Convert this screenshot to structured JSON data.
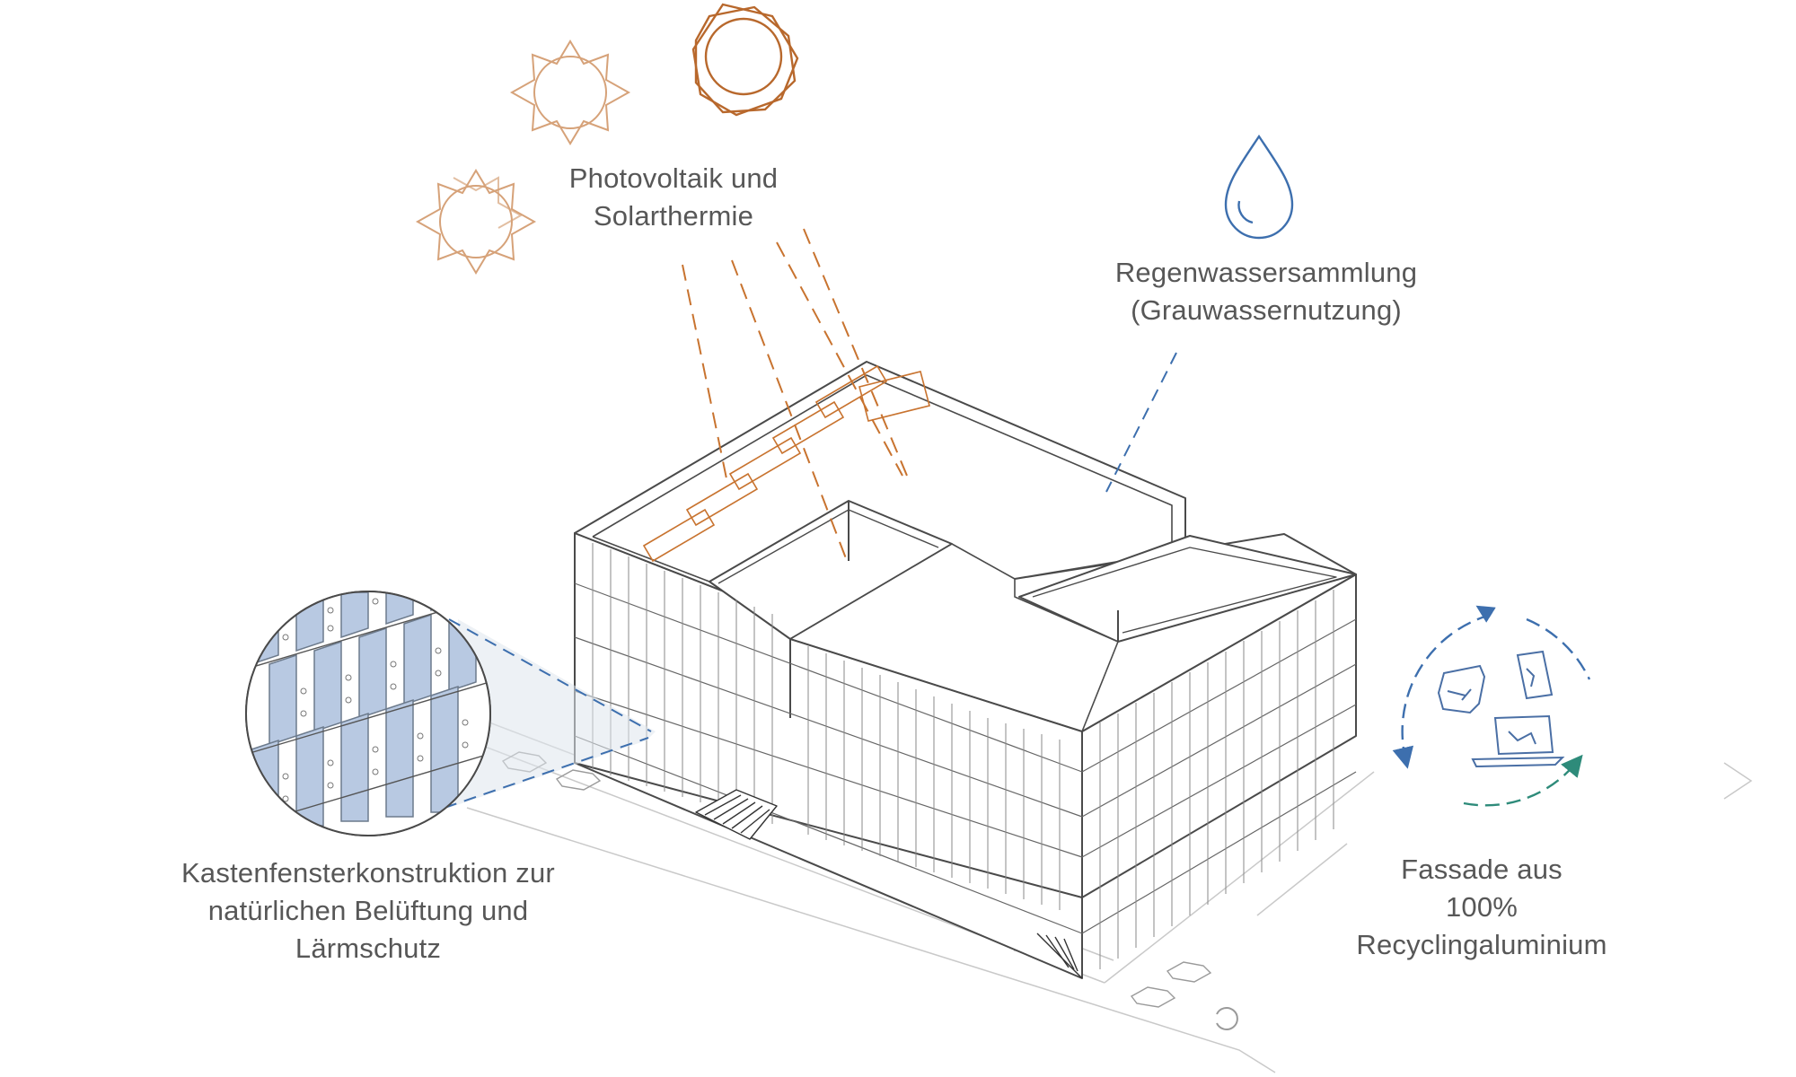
{
  "labels": {
    "photovoltaics": {
      "line1": "Photovoltaik und",
      "line2": "Solarthermie"
    },
    "rainwater": {
      "line1": "Regenwassersammlung",
      "line2": "(Grauwassernutzung)"
    },
    "box_window": {
      "line1": "Kastenfensterkonstruktion zur",
      "line2": "natürlichen Belüftung und",
      "line3": "Lärmschutz"
    },
    "facade": {
      "line1": "Fassade aus",
      "line2": "100%",
      "line3": "Recyclingaluminium"
    }
  },
  "icons": {
    "sun": "sun-icon",
    "water_drop": "water-drop-icon",
    "recycling_cycle": "recycling-cycle-icon",
    "bag": "crumpled-bag-icon",
    "phone": "broken-phone-icon",
    "laptop": "broken-laptop-icon"
  },
  "colors": {
    "solar": "#c8732f",
    "solar_light": "#deb089",
    "water": "#3d6fae",
    "glass": "#b8c9e2",
    "lines": "#555555",
    "label_text": "#575757",
    "cycle_green": "#2e8b7a"
  }
}
